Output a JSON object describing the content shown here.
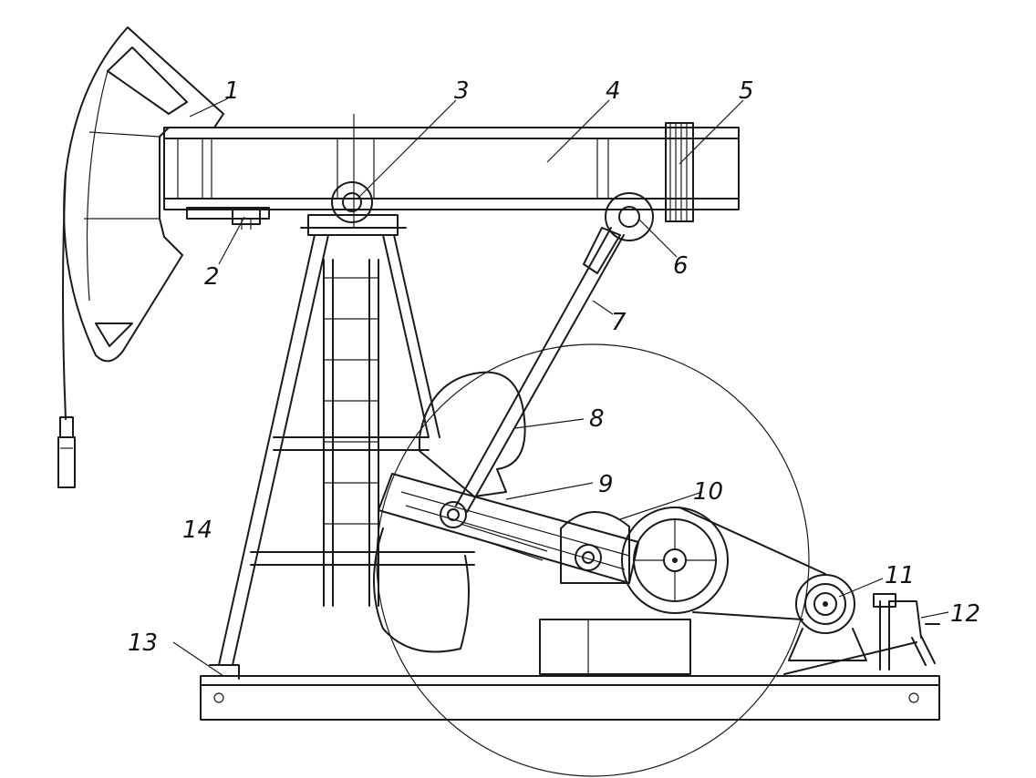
{
  "callouts": [
    {
      "id": "1",
      "text": "1"
    },
    {
      "id": "2",
      "text": "2"
    },
    {
      "id": "3",
      "text": "3"
    },
    {
      "id": "4",
      "text": "4"
    },
    {
      "id": "5",
      "text": "5"
    },
    {
      "id": "6",
      "text": "6"
    },
    {
      "id": "7",
      "text": "7"
    },
    {
      "id": "8",
      "text": "8"
    },
    {
      "id": "9",
      "text": "9"
    },
    {
      "id": "10",
      "text": "10"
    },
    {
      "id": "11",
      "text": "11"
    },
    {
      "id": "12",
      "text": "12"
    },
    {
      "id": "13",
      "text": "13"
    },
    {
      "id": "14",
      "text": "14"
    }
  ],
  "colors": {
    "ink": "#1a1a1a",
    "paper": "#ffffff"
  }
}
